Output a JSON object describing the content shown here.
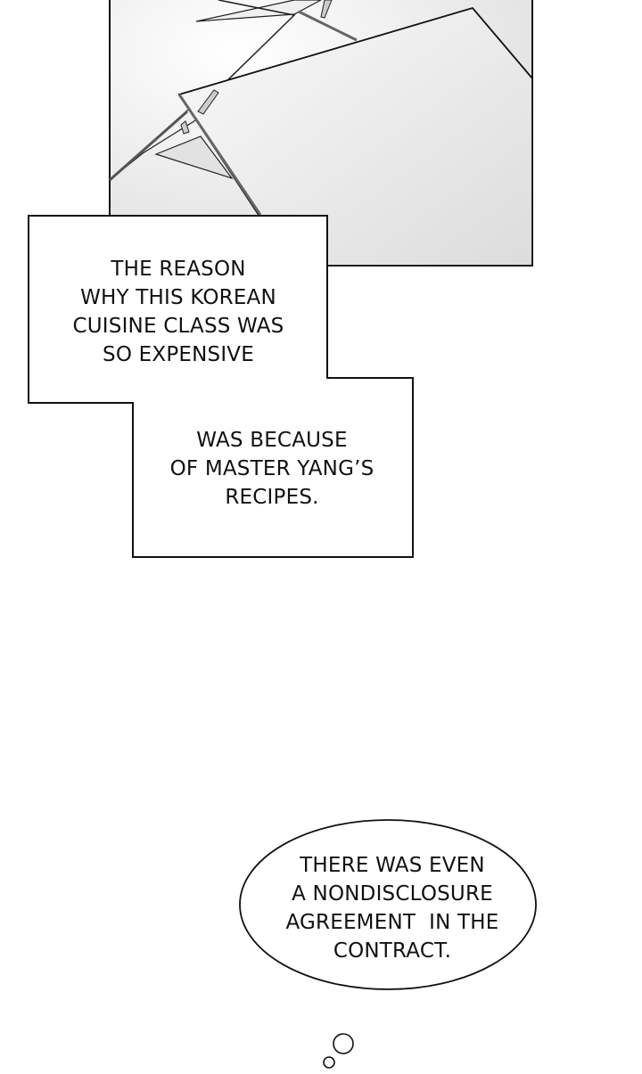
{
  "caption_1": {
    "lines": [
      "THE REASON",
      "WHY THIS KOREAN",
      "CUISINE CLASS WAS",
      "SO EXPENSIVE"
    ]
  },
  "caption_2": {
    "lines": [
      "WAS BECAUSE",
      "OF MASTER YANG’S",
      "RECIPES."
    ]
  },
  "thought_bubble": {
    "lines": [
      "THERE WAS EVEN",
      "A NONDISCLOSURE",
      "AGREEMENT  IN THE",
      "CONTRACT."
    ]
  }
}
